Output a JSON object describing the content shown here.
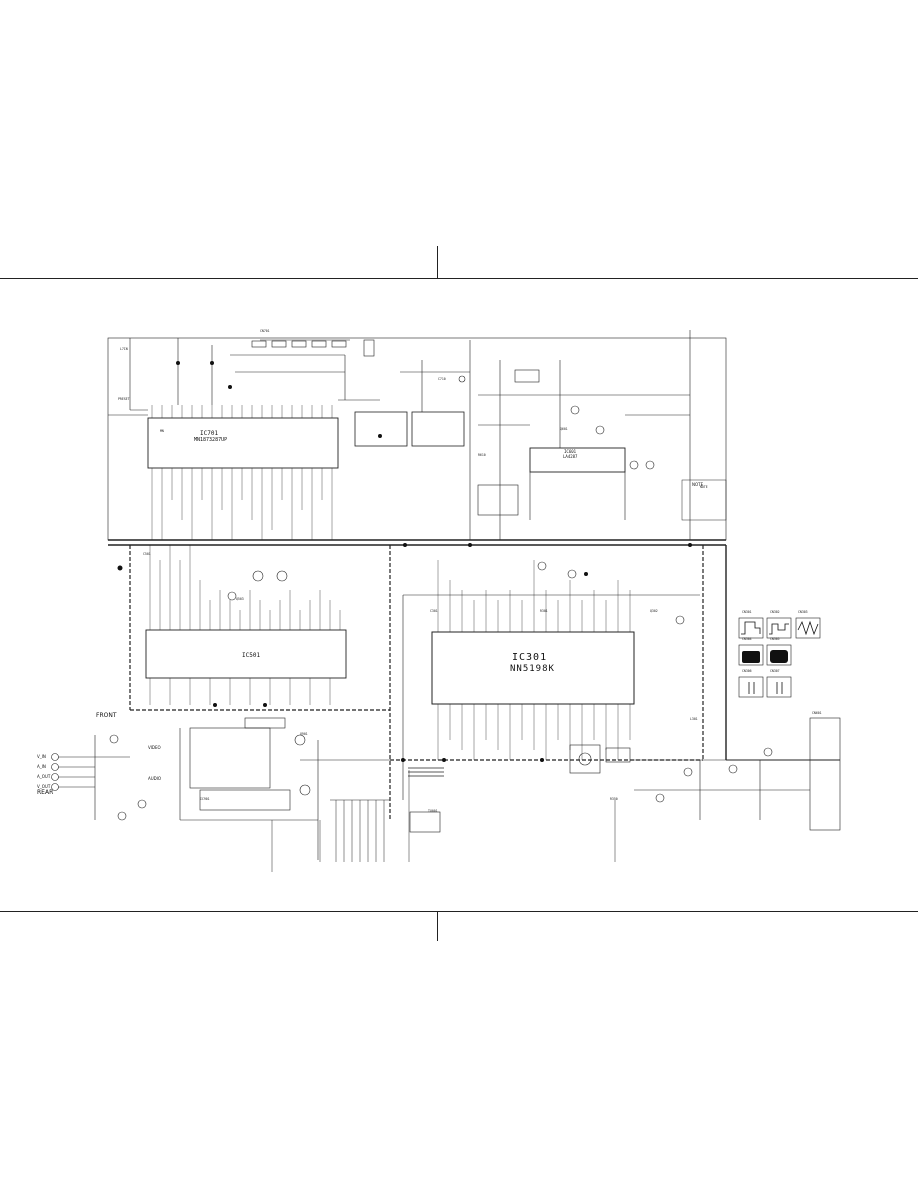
{
  "frame": {
    "has_title_blocks": true
  },
  "ics": {
    "ic701": {
      "ref": "IC701",
      "part": "MN1873287UP"
    },
    "ic301": {
      "ref": "IC301",
      "part": "NN5198K"
    },
    "ic501": {
      "ref": "IC501",
      "part": ""
    },
    "ic601": {
      "ref": "IC601",
      "part": "LA4287"
    }
  },
  "connectors": {
    "front": "FRONT",
    "rear": "REAR",
    "video": "VIDEO",
    "audio": "AUDIO",
    "jacks": [
      "V_IN",
      "A_IN",
      "A_OUT",
      "V_OUT"
    ]
  },
  "note": {
    "title": "NOTE"
  },
  "waveform_labels": [
    "CN301",
    "CN302",
    "CN303",
    "CN304",
    "CN305",
    "CN306",
    "CN307",
    "CN308"
  ],
  "colors": {
    "ink": "#111111",
    "line": "#222222",
    "paper": "#ffffff"
  }
}
